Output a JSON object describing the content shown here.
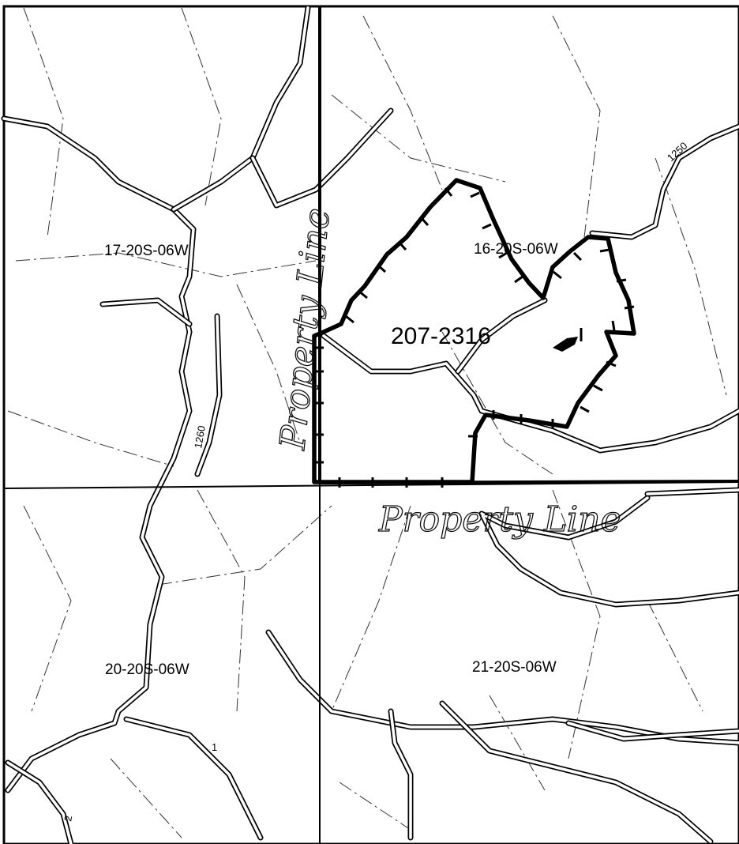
{
  "sections": [
    {
      "id": "17-20S-06W",
      "label": "17-20S-06W"
    },
    {
      "id": "16-20S-06W",
      "label": "16-20S-06W"
    },
    {
      "id": "20-20S-06W",
      "label": "20-20S-06W"
    },
    {
      "id": "21-20S-06W",
      "label": "21-20S-06W"
    }
  ],
  "unit": {
    "label": "207-2316"
  },
  "contours": {
    "c1250": "1250",
    "c1260": "1260",
    "c1": "1",
    "c2": "2"
  },
  "annotations": {
    "property_line_vertical": "Property Line",
    "property_line_horizontal": "Property Line"
  },
  "colors": {
    "ink": "#000000",
    "paper": "#ffffff"
  }
}
